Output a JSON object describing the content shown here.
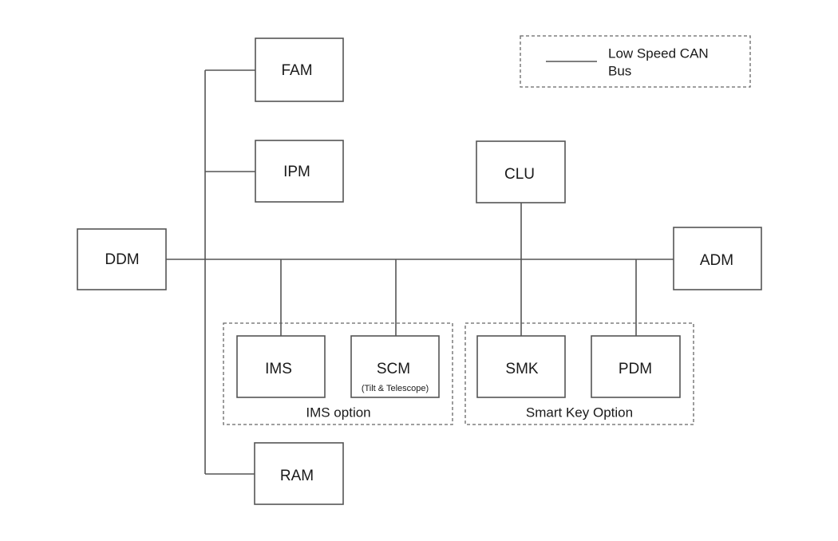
{
  "diagram": {
    "legend": {
      "line_label_1": "Low Speed CAN",
      "line_label_2": "Bus"
    },
    "modules": {
      "fam": {
        "label": "FAM"
      },
      "ipm": {
        "label": "IPM"
      },
      "ddm": {
        "label": "DDM"
      },
      "clu": {
        "label": "CLU"
      },
      "adm": {
        "label": "ADM"
      },
      "ims": {
        "label": "IMS"
      },
      "scm": {
        "label": "SCM",
        "sublabel": "(Tilt & Telescope)"
      },
      "smk": {
        "label": "SMK"
      },
      "pdm": {
        "label": "PDM"
      },
      "ram": {
        "label": "RAM"
      }
    },
    "groups": {
      "ims_option": {
        "label": "IMS option"
      },
      "smart_key_option": {
        "label": "Smart Key Option"
      }
    },
    "connections": [
      [
        "DDM",
        "ADM",
        "Low Speed CAN Bus"
      ],
      [
        "FAM",
        "bus"
      ],
      [
        "IPM",
        "bus"
      ],
      [
        "RAM",
        "bus"
      ],
      [
        "CLU",
        "bus"
      ],
      [
        "IMS",
        "bus"
      ],
      [
        "SCM",
        "bus"
      ],
      [
        "SMK",
        "bus"
      ],
      [
        "PDM",
        "bus"
      ]
    ]
  }
}
